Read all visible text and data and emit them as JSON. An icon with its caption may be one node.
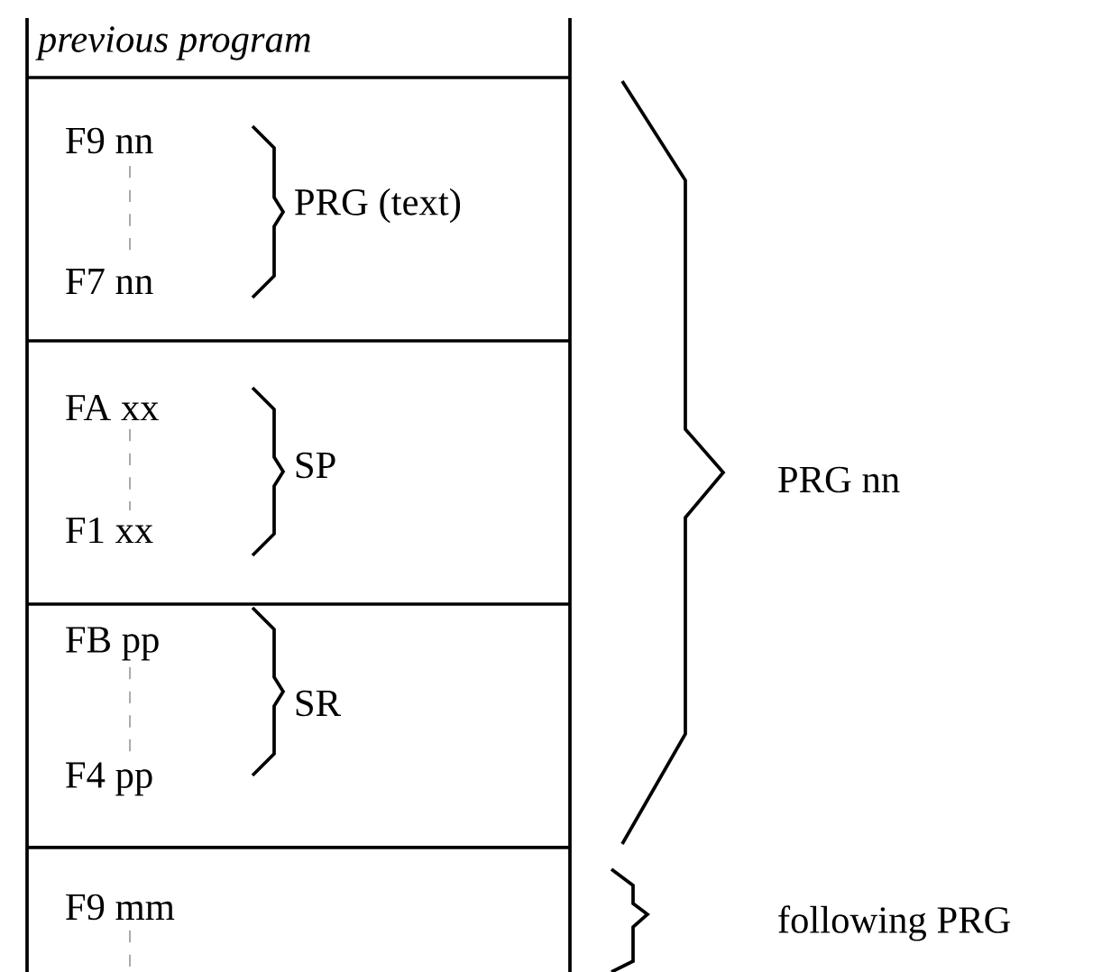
{
  "diagram": {
    "nodes": [
      {
        "text": [
          "previous program"
        ]
      },
      {
        "text": [
          "F9 nn",
          "F7 nn",
          "PRG (text)"
        ]
      },
      {
        "text": [
          "FA xx",
          "F1 xx",
          "SP"
        ]
      },
      {
        "text": [
          "FB pp",
          "F4 pp",
          "SR"
        ]
      },
      {
        "text": [
          "F9 mm"
        ]
      }
    ],
    "labels": [
      "PRG nn",
      "following PRG"
    ]
  }
}
